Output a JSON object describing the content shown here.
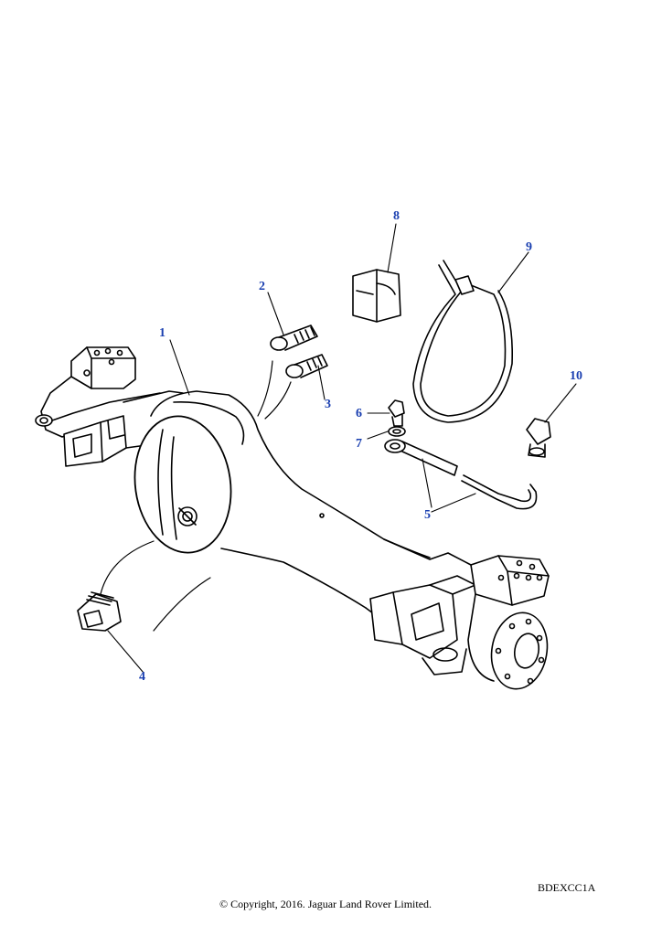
{
  "callouts": [
    "1",
    "2",
    "3",
    "4",
    "5",
    "6",
    "7",
    "8",
    "9",
    "10"
  ],
  "drawing_code": "BDEXCC1A",
  "copyright": "© Copyright, 2016. Jaguar Land Rover Limited.",
  "colors": {
    "callout": "#1a3fb0",
    "line": "#000000"
  }
}
